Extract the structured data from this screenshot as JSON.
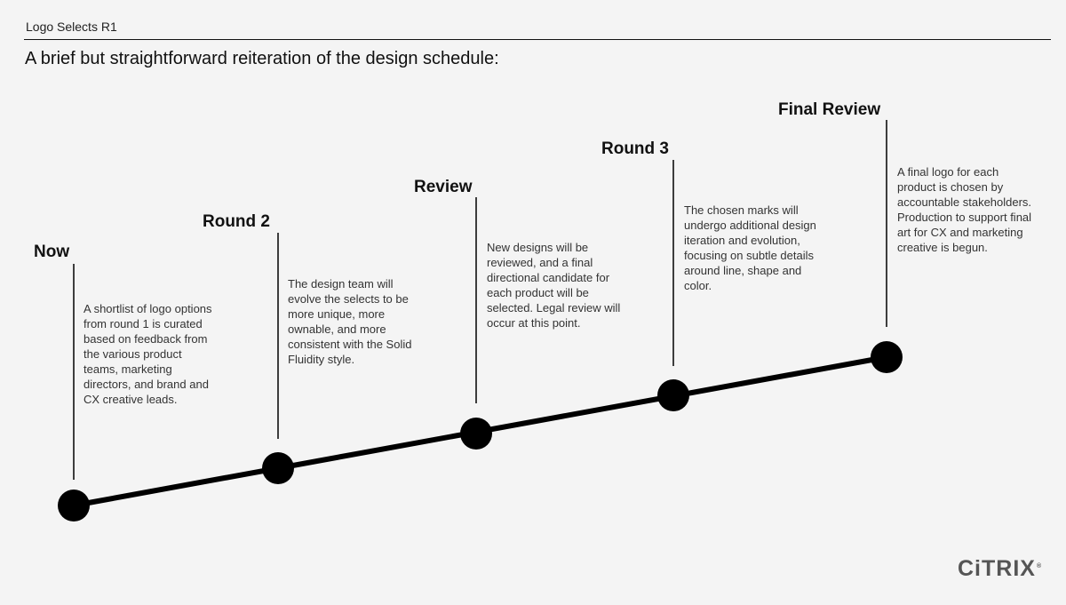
{
  "header": {
    "label": "Logo Selects R1",
    "subtitle": "A brief but straightforward reiteration of the design schedule:"
  },
  "phases": [
    {
      "title": "Now",
      "description": "A shortlist of logo options from round 1 is curated based on feedback from the various product teams, marketing directors, and brand and CX creative leads."
    },
    {
      "title": "Round 2",
      "description": "The design team will evolve the selects to be more unique, more ownable, and more consistent with the Solid Fluidity style."
    },
    {
      "title": "Review",
      "description": "New designs will be reviewed, and a final directional candidate  for each product will be selected. Legal review will occur at this point."
    },
    {
      "title": "Round 3",
      "description": "The chosen marks will undergo additional design iteration and evolution, focusing on subtle details around line, shape and color."
    },
    {
      "title": "Final Review",
      "description": "A final logo for each product is chosen by accountable stakeholders. Production to support final art for CX and marketing creative is begun."
    }
  ],
  "logo": {
    "text": "CiTRIX",
    "mark": "®"
  },
  "colors": {
    "line": "#000000",
    "node": "#000000",
    "background": "#f4f4f4"
  }
}
